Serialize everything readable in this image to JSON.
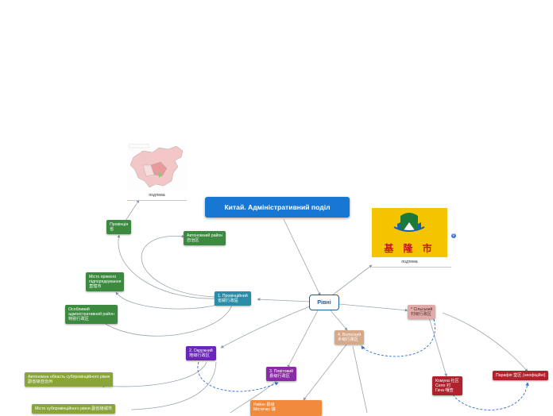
{
  "title": "Китай. Адміністративний поділ",
  "root": "Рівні",
  "captions": {
    "china_map": "подтема",
    "keelung": "подтема"
  },
  "keelung_logo": {
    "text": "基 隆 市",
    "text_color": "#c8102e",
    "bg": "#f5c400"
  },
  "nodes": {
    "provincial": [
      "1. Провінційний",
      "省級行政區"
    ],
    "province": [
      "Провінція",
      "省"
    ],
    "autonomous_region": [
      "Автономний район",
      "自治区"
    ],
    "municipality": [
      "Місто прямого",
      "підпорядкування",
      "直辖市"
    ],
    "sar": [
      "Особливий",
      "адміністративний район",
      "特别行政区"
    ],
    "prefectural": [
      "2. Окружний",
      "地级行政区"
    ],
    "auto_prefecture": [
      "Автономна область субпровінційного рівня",
      "副省级自治州"
    ],
    "subprov_city": [
      "Місто субпровінційного рівня 副省级城市"
    ],
    "county": [
      "3. Повітовий",
      "县级行政区"
    ],
    "district": [
      "Район 县级",
      "Містечко 镇"
    ],
    "township": [
      "4. Волосний",
      "乡级行政区"
    ],
    "village": [
      "* Сільський",
      "村级行政区"
    ],
    "commune": [
      "Комуна 社区",
      "Село 村",
      "Гача 嘎查"
    ],
    "parish": [
      "Парафія 堂区 (неофіційні)"
    ]
  },
  "colors": {
    "title": "#1977d4",
    "teal": "#2a8ca6",
    "green": "#3c8a3f",
    "purple": "#6a26b8",
    "violet": "#8a2aa8",
    "olive": "#8aa43a",
    "orange": "#f08a3c",
    "tan": "#d6a98a",
    "pink": "#e0aaa8",
    "red": "#b0222e",
    "line": "#9aa6b2",
    "dash": "#2e6fd6"
  }
}
